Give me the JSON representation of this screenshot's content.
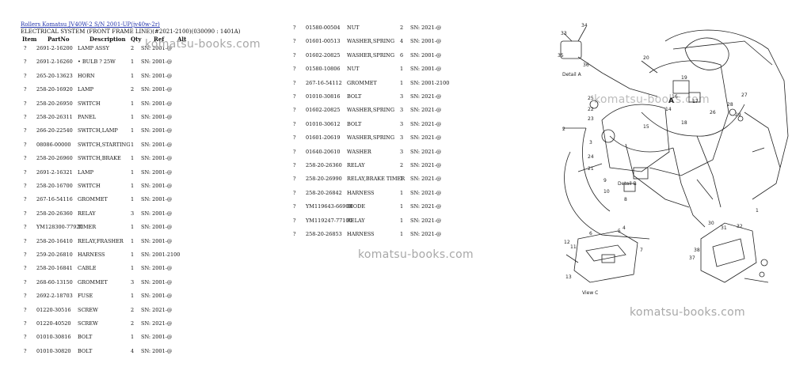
{
  "header": {
    "title_link": "Rollers Komatsu JV40W-2 S/N 2001-UP(jv40w-2r)",
    "subtitle": "ELECTRICAL SYSTEM (FRONT FRAME LINE)(#2021-2100)(030090 : 1401A)"
  },
  "columns": {
    "item": "Item",
    "partno": "PartNo",
    "description": "Description",
    "qty": "Qty",
    "ref": "Ref",
    "alt": "Alt"
  },
  "left_rows": [
    {
      "item": "?",
      "partno": "2691-2-16200",
      "desc": "LAMP ASSY",
      "qty": "2",
      "sn": "SN: 2001-@"
    },
    {
      "item": "?",
      "partno": "2691-2-16260",
      "desc": "• BULB ? 25W",
      "qty": "1",
      "sn": "SN: 2001-@"
    },
    {
      "item": "?",
      "partno": "265-20-13623",
      "desc": "HORN",
      "qty": "1",
      "sn": "SN: 2001-@"
    },
    {
      "item": "?",
      "partno": "258-20-16920",
      "desc": "LAMP",
      "qty": "2",
      "sn": "SN: 2001-@"
    },
    {
      "item": "?",
      "partno": "258-20-26950",
      "desc": "SWITCH",
      "qty": "1",
      "sn": "SN: 2001-@"
    },
    {
      "item": "?",
      "partno": "258-20-26311",
      "desc": "PANEL",
      "qty": "1",
      "sn": "SN: 2001-@"
    },
    {
      "item": "?",
      "partno": "266-20-22540",
      "desc": "SWITCH,LAMP",
      "qty": "1",
      "sn": "SN: 2001-@"
    },
    {
      "item": "?",
      "partno": "08086-00000",
      "desc": "SWITCH,STARTING",
      "qty": "1",
      "sn": "SN: 2001-@"
    },
    {
      "item": "?",
      "partno": "258-20-26960",
      "desc": "SWITCH,BRAKE",
      "qty": "1",
      "sn": "SN: 2001-@"
    },
    {
      "item": "?",
      "partno": "2691-2-16321",
      "desc": "LAMP",
      "qty": "1",
      "sn": "SN: 2001-@"
    },
    {
      "item": "?",
      "partno": "258-20-16700",
      "desc": "SWITCH",
      "qty": "1",
      "sn": "SN: 2001-@"
    },
    {
      "item": "?",
      "partno": "267-16-54116",
      "desc": "GROMMET",
      "qty": "1",
      "sn": "SN: 2001-@"
    },
    {
      "item": "?",
      "partno": "258-20-26360",
      "desc": "RELAY",
      "qty": "3",
      "sn": "SN: 2001-@"
    },
    {
      "item": "?",
      "partno": "YM128300-77920",
      "desc": "TIMER",
      "qty": "1",
      "sn": "SN: 2001-@"
    },
    {
      "item": "?",
      "partno": "258-20-16410",
      "desc": "RELAY,FRASHER",
      "qty": "1",
      "sn": "SN: 2001-@"
    },
    {
      "item": "?",
      "partno": "259-20-26810",
      "desc": "HARNESS",
      "qty": "1",
      "sn": "SN: 2001-2100"
    },
    {
      "item": "?",
      "partno": "258-20-16841",
      "desc": "CABLE",
      "qty": "1",
      "sn": "SN: 2001-@"
    },
    {
      "item": "?",
      "partno": "268-60-13150",
      "desc": "GROMMET",
      "qty": "3",
      "sn": "SN: 2001-@"
    },
    {
      "item": "?",
      "partno": "2692-2-18703",
      "desc": "FUSE",
      "qty": "1",
      "sn": "SN: 2001-@"
    },
    {
      "item": "?",
      "partno": "01220-30516",
      "desc": "SCREW",
      "qty": "2",
      "sn": "SN: 2021-@"
    },
    {
      "item": "?",
      "partno": "01220-40520",
      "desc": "SCREW",
      "qty": "2",
      "sn": "SN: 2021-@"
    },
    {
      "item": "?",
      "partno": "01010-30816",
      "desc": "BOLT",
      "qty": "1",
      "sn": "SN: 2001-@"
    },
    {
      "item": "?",
      "partno": "01010-30820",
      "desc": "BOLT",
      "qty": "4",
      "sn": "SN: 2001-@"
    }
  ],
  "right_rows": [
    {
      "item": "?",
      "partno": "01580-00504",
      "desc": "NUT",
      "qty": "2",
      "sn": "SN: 2021-@"
    },
    {
      "item": "?",
      "partno": "01601-00513",
      "desc": "WASHER,SPRING",
      "qty": "4",
      "sn": "SN: 2001-@"
    },
    {
      "item": "?",
      "partno": "01602-20825",
      "desc": "WASHER,SPRING",
      "qty": "6",
      "sn": "SN: 2001-@"
    },
    {
      "item": "?",
      "partno": "01580-10806",
      "desc": "NUT",
      "qty": "1",
      "sn": "SN: 2001-@"
    },
    {
      "item": "?",
      "partno": "267-16-54112",
      "desc": "GROMMET",
      "qty": "1",
      "sn": "SN: 2001-2100"
    },
    {
      "item": "?",
      "partno": "01010-30816",
      "desc": "BOLT",
      "qty": "3",
      "sn": "SN: 2021-@"
    },
    {
      "item": "?",
      "partno": "01602-20825",
      "desc": "WASHER,SPRING",
      "qty": "3",
      "sn": "SN: 2021-@"
    },
    {
      "item": "?",
      "partno": "01010-30612",
      "desc": "BOLT",
      "qty": "3",
      "sn": "SN: 2021-@"
    },
    {
      "item": "?",
      "partno": "01601-20619",
      "desc": "WASHER,SPRING",
      "qty": "3",
      "sn": "SN: 2021-@"
    },
    {
      "item": "?",
      "partno": "01640-20610",
      "desc": "WASHER",
      "qty": "3",
      "sn": "SN: 2021-@"
    },
    {
      "item": "?",
      "partno": "258-20-26360",
      "desc": "RELAY",
      "qty": "2",
      "sn": "SN: 2021-@"
    },
    {
      "item": "?",
      "partno": "258-20-26990",
      "desc": "RELAY,BRAKE TIMER",
      "qty": "1",
      "sn": "SN: 2021-@"
    },
    {
      "item": "?",
      "partno": "258-20-26842",
      "desc": "HARNESS",
      "qty": "1",
      "sn": "SN: 2021-@"
    },
    {
      "item": "?",
      "partno": "YM119643-66900",
      "desc": "DIODE",
      "qty": "1",
      "sn": "SN: 2021-@"
    },
    {
      "item": "?",
      "partno": "YM119247-77100",
      "desc": "RELAY",
      "qty": "1",
      "sn": "SN: 2021-@"
    },
    {
      "item": "?",
      "partno": "258-20-26853",
      "desc": "HARNESS",
      "qty": "1",
      "sn": "SN: 2021-@"
    }
  ],
  "watermarks": [
    "komatsu-books.com",
    "komatsu-books.com",
    "komatsu-books.com",
    "komatsu-books.com"
  ],
  "diagram": {
    "labels": [
      "33",
      "34",
      "35",
      "36",
      "20",
      "19",
      "16",
      "14",
      "15",
      "A",
      "18",
      "17",
      "25",
      "22",
      "23",
      "26",
      "28",
      "27",
      "29",
      "2",
      "3",
      "24",
      "21",
      "9",
      "10",
      "8",
      "11",
      "6",
      "5",
      "12",
      "4",
      "7",
      "30",
      "31",
      "32",
      "37",
      "38",
      "1",
      "13"
    ],
    "detail_labels": [
      "Detail A",
      "Detail B",
      "View C"
    ]
  }
}
